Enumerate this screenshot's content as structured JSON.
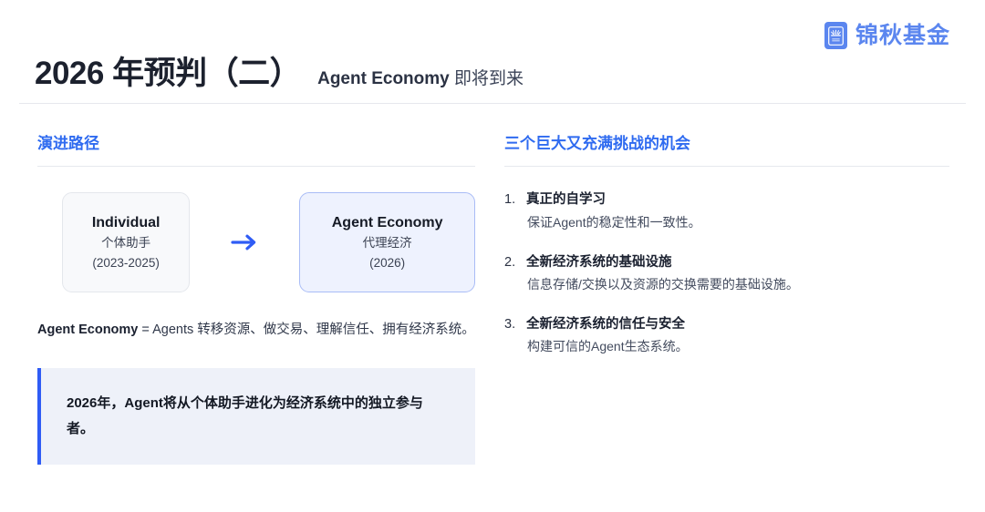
{
  "brand": {
    "name": "锦秋基金",
    "icon": "fund-logo-icon",
    "color": "#5b86ef"
  },
  "header": {
    "title": "2026 年预判（二）",
    "subtitle_en": "Agent Economy",
    "subtitle_cn": "即将到来"
  },
  "left": {
    "section_title": "演进路径",
    "flow": {
      "from": {
        "title": "Individual",
        "cn": "个体助手",
        "years": "(2023-2025)"
      },
      "arrow": "arrow-right-icon",
      "to": {
        "title": "Agent Economy",
        "cn": "代理经济",
        "years": "(2026)"
      }
    },
    "definition_term": "Agent Economy",
    "definition_text": " = Agents 转移资源、做交易、理解信任、拥有经济系统。",
    "callout": "2026年，Agent将从个体助手进化为经济系统中的独立参与者。"
  },
  "right": {
    "section_title": "三个巨大又充满挑战的机会",
    "items": [
      {
        "num": "1.",
        "head": "真正的自学习",
        "desc": "保证Agent的稳定性和一致性。"
      },
      {
        "num": "2.",
        "head": "全新经济系统的基础设施",
        "desc": "信息存储/交换以及资源的交换需要的基础设施。"
      },
      {
        "num": "3.",
        "head": "全新经济系统的信任与安全",
        "desc": "构建可信的Agent生态系统。"
      }
    ]
  },
  "colors": {
    "accent_blue": "#2f6bf0",
    "arrow_blue": "#2f5cf5",
    "callout_bar": "#2f5cf5",
    "callout_bg": "#eef1f9",
    "accent_box_bg": "#eef2fe",
    "accent_box_border": "#a9bcf6",
    "neutral_box_bg": "#f8f9fb",
    "rule": "#e6e8ed"
  }
}
